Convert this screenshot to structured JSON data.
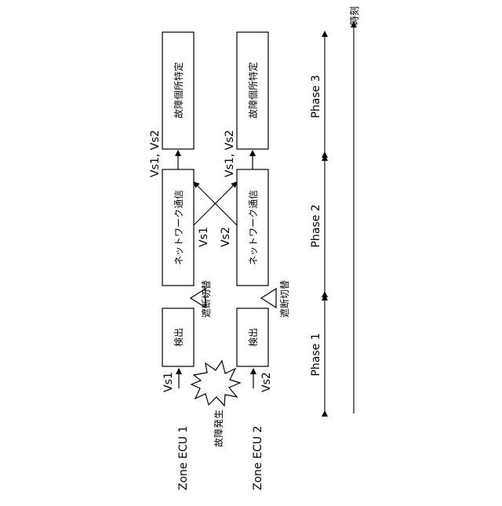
{
  "zones": {
    "zone1": "Zone ECU 1",
    "zone2": "Zone ECU 2"
  },
  "fault_event": "故障発生",
  "signals": {
    "vs1_input": "Vs1",
    "vs2_input": "Vs2",
    "vs1_cross": "Vs1",
    "vs2_cross": "Vs2",
    "result_top": "Vs1, Vs2",
    "result_bottom": "Vs1, Vs2"
  },
  "boxes": {
    "detect1": "検出",
    "detect2": "検出",
    "network1": "ネットワーク通信",
    "network2": "ネットワーク通信",
    "locate1": "故障個所特定",
    "locate2": "故障個所特定"
  },
  "switch_labels": {
    "switch1": "遮断切替",
    "switch2": "遮断切替"
  },
  "phases": [
    "Phase 1",
    "Phase 2",
    "Phase 3"
  ],
  "time_axis_label": "時刻"
}
